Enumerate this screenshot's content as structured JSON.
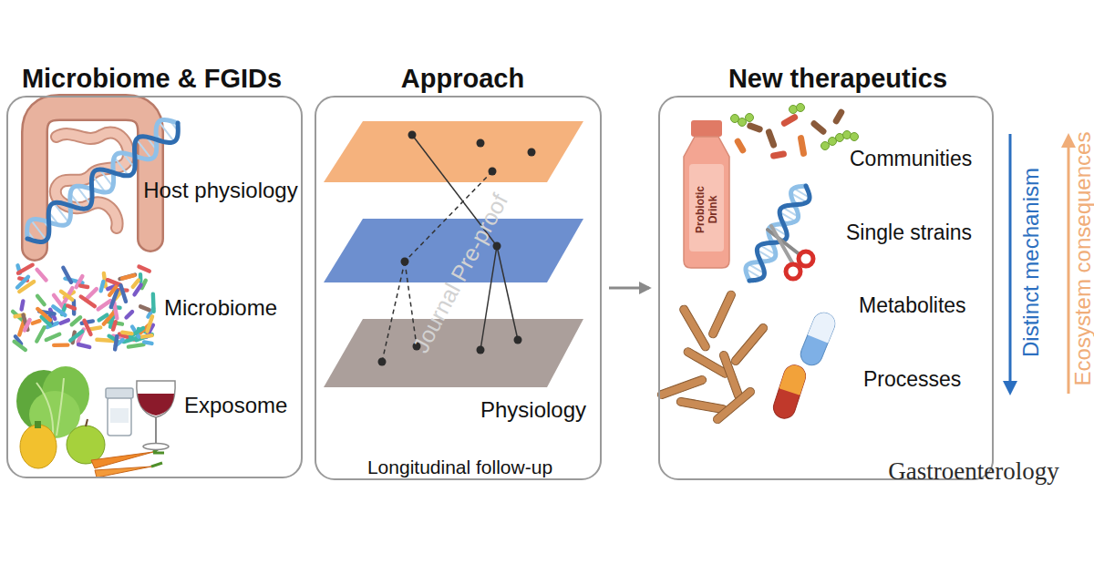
{
  "diagram": {
    "nodes": [
      {
        "text": [
          "Microbiome & FGIDs",
          "Host physiology",
          "Microbiome",
          "Exposome"
        ]
      },
      {
        "text": [
          "Approach",
          "Physiology",
          "Longitudinal follow-up"
        ]
      },
      {
        "text": [
          "New therapeutics",
          "Communities",
          "Single strains",
          "Metabolites",
          "Processes"
        ]
      }
    ],
    "edges": [
      {
        "from": 1,
        "to": 2,
        "arrow": "to"
      }
    ],
    "labels": [
      "Probiotic Drink",
      "Distinct mechanism",
      "Ecosystem consequences",
      "Journal Pre-proof",
      "Gastroenterology"
    ]
  }
}
